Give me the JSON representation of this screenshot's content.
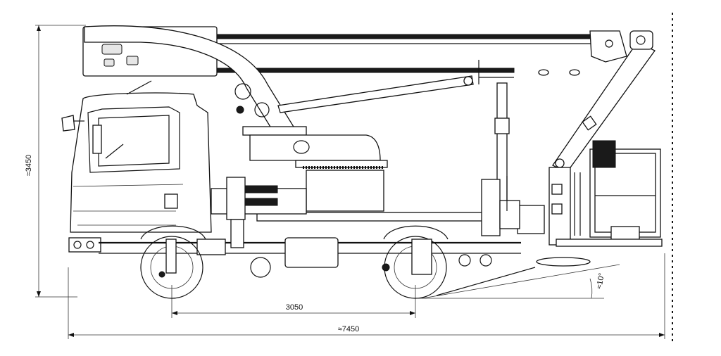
{
  "dimensions": {
    "height_label": "≈3450",
    "wheelbase_label": "3050",
    "length_label": "≈7450",
    "angle_label": "≈10°"
  }
}
